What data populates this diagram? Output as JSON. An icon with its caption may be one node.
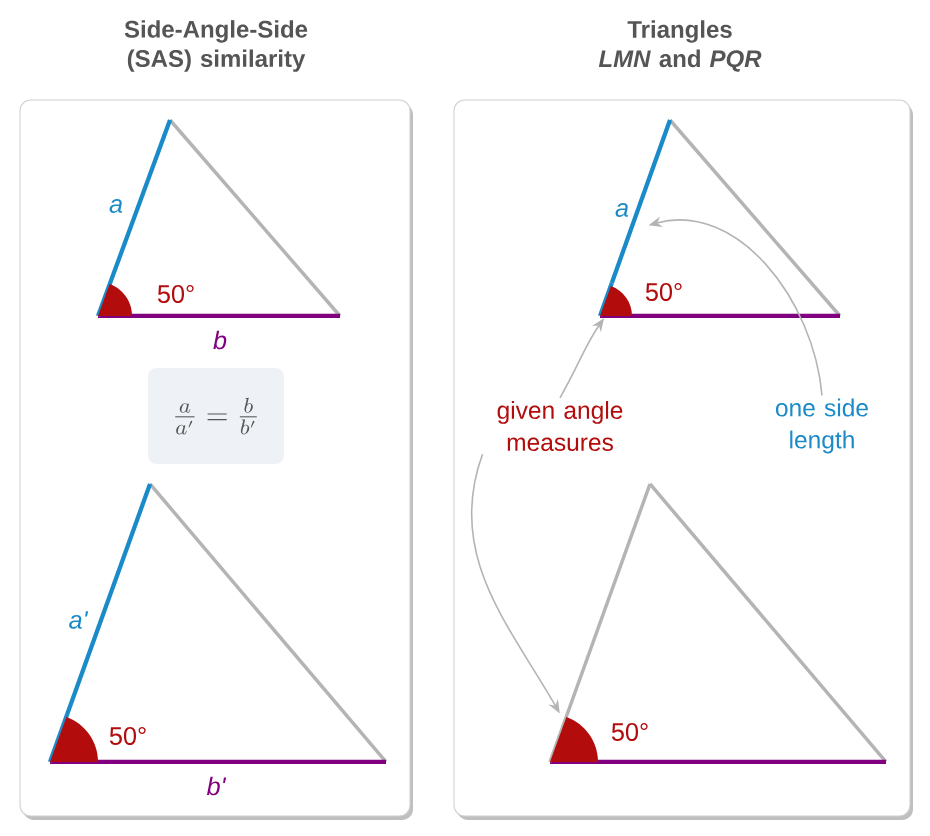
{
  "diagram": {
    "nodes": [
      {
        "text": [
          "Side-Angle-Side (SAS) similarity"
        ]
      },
      {
        "text": [
          "Triangles *LMN* and *PQR*"
        ]
      },
      {
        "text": [
          "\\frac{a}{a'} = \\frac{b}{b'}"
        ],
        "in": 0
      },
      {
        "text": [
          "given angle measures"
        ],
        "in": 1
      },
      {
        "text": [
          "one side length"
        ],
        "in": 1
      },
      {
        "text": [],
        "shape": "sector",
        "in": 1
      },
      {
        "text": [],
        "shape": "sector",
        "in": 1
      },
      {
        "text": [],
        "shape": "line",
        "in": 1
      }
    ],
    "edges": [
      {
        "from": 3,
        "to": 5,
        "arrow": "to"
      },
      {
        "from": 3,
        "to": 6,
        "arrow": "to"
      },
      {
        "from": 4,
        "to": 7,
        "arrow": "to"
      }
    ],
    "labels": [
      "a",
      "50°",
      "b",
      "a'",
      "50°",
      "b'",
      "a",
      "50°",
      "50°"
    ]
  }
}
